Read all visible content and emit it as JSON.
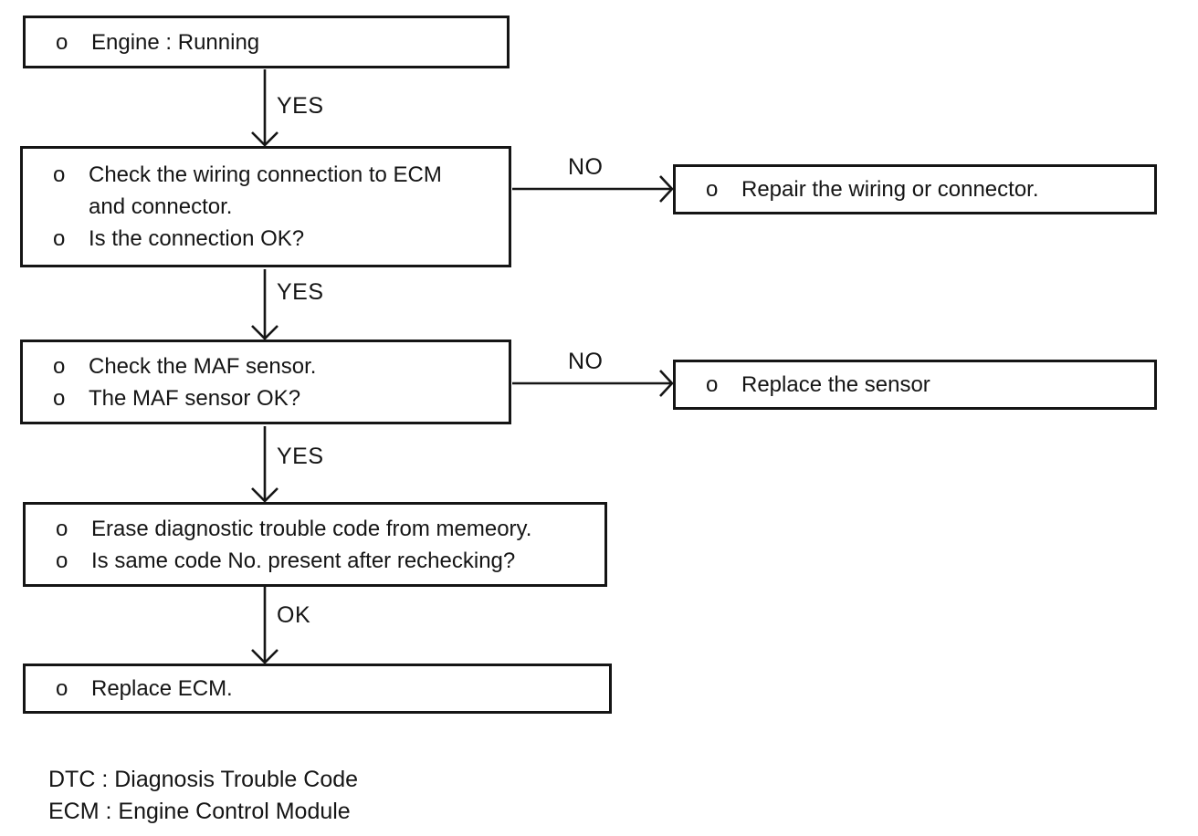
{
  "diagram": {
    "bullet": "o",
    "boxes": {
      "engine": {
        "line1": "Engine : Running"
      },
      "wiring": {
        "line1": "Check the wiring connection to ECM",
        "line2": "and connector.",
        "line3": "Is the connection OK?"
      },
      "repair": {
        "line1": "Repair the wiring or connector."
      },
      "maf": {
        "line1": "Check the MAF sensor.",
        "line2": "The MAF sensor OK?"
      },
      "replace_sensor": {
        "line1": "Replace the sensor"
      },
      "erase": {
        "line1": "Erase diagnostic trouble code from memeory.",
        "line2": "Is same code No. present after rechecking?"
      },
      "replace_ecm": {
        "line1": "Replace ECM."
      }
    },
    "labels": {
      "yes1": "YES",
      "no1": "NO",
      "yes2": "YES",
      "no2": "NO",
      "yes3": "YES",
      "ok": "OK"
    },
    "legend": {
      "line1": "DTC : Diagnosis Trouble Code",
      "line2": "ECM : Engine Control Module"
    },
    "colors": {
      "ink": "#151515",
      "paper": "#ffffff"
    }
  }
}
